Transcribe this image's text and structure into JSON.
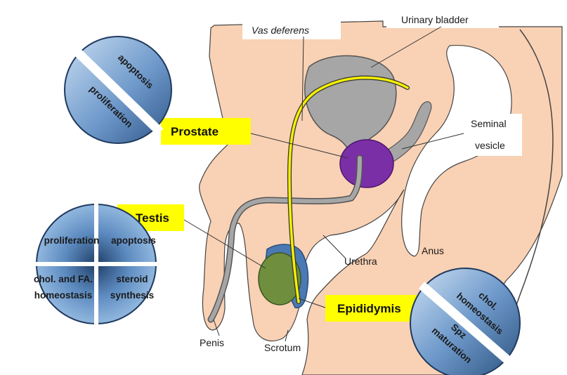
{
  "labels": {
    "vas_deferens": "Vas deferens",
    "urinary_bladder": "Urinary bladder",
    "seminal_vesicle_1": "Seminal",
    "seminal_vesicle_2": "vesicle",
    "urethra": "Urethra",
    "anus": "Anus",
    "penis": "Penis",
    "scrotum": "Scrotum"
  },
  "highlights": {
    "prostate": "Prostate",
    "testis": "Testis",
    "epididymis": "Epididymis"
  },
  "discs": {
    "prostate": {
      "top": "apoptosis",
      "bottom": "proliferation"
    },
    "testis": {
      "q1": "proliferation",
      "q2": "apoptosis",
      "q3_line1": "chol. and FA.",
      "q3_line2": "homeostasis",
      "q4_line1": "steroid",
      "q4_line2": "synthesis"
    },
    "epididymis": {
      "top_line1": "chol.",
      "top_line2": "homeostasis",
      "bottom_line1": "Spz",
      "bottom_line2": "maturation"
    }
  },
  "colors": {
    "skin": "#f9d1b4",
    "organ_gray": "#a6a6a6",
    "prostate": "#7b2fa6",
    "testis": "#6f8f3e",
    "epididymis": "#4a79b4",
    "vas_deferens": "#f4f000",
    "label_highlight": "#ffff00",
    "disc_dark": "#3f6b9e",
    "disc_light": "#9cc3e8"
  }
}
